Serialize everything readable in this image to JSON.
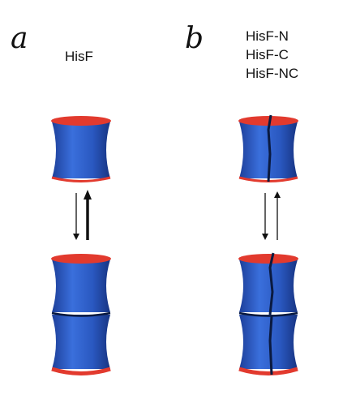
{
  "panels": [
    {
      "letter": "a",
      "labels": [
        "HisF"
      ],
      "split": false
    },
    {
      "letter": "b",
      "labels": [
        "HisF-N",
        "HisF-C",
        "HisF-NC"
      ],
      "split": true
    }
  ],
  "colors": {
    "barrel_body": "#2b5cc4",
    "barrel_rim": "#e23a2e",
    "seam": "#0a1a40",
    "arrow": "#111111"
  }
}
